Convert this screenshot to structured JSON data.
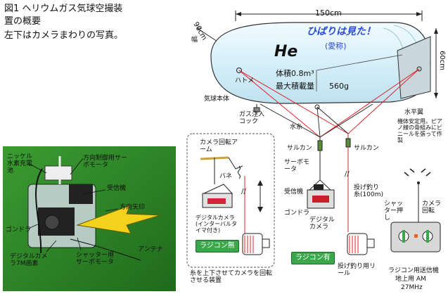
{
  "caption": {
    "line1": "図1 ヘリウムガス気球空撮装",
    "line2": "置の概要",
    "line3": "左下はカメラまわりの写真。"
  },
  "balloon": {
    "width_label": "150cm",
    "height_label": "60cm",
    "depth_label": "90cm",
    "depth_suffix": "幅",
    "nickname": "ひばりは見た！",
    "nickname_sub": "(愛称)",
    "gas": "He",
    "volume_label": "体積0.8m³",
    "payload_label": "最大積載量",
    "payload_value": "560g",
    "eyelet_label": "ハトメ",
    "body_label": "気球本体",
    "gas_inlet_label": "ガス注入コック",
    "water_thread_label": "水糸",
    "horizontal_wing_label": "水平翼",
    "wing_note": "機体安定用。ピアノ線の骨組みにビニールを張って作製"
  },
  "rigging": {
    "swivel_left": "サルカン",
    "swivel_right": "サルカン",
    "fishing_line": "投げ釣り糸(100m)",
    "reel": "投げ釣り用リール"
  },
  "left_box": {
    "camera_arm": "カメラ回転アーム",
    "spring": "バネ",
    "camera": "デジタルカメラ(インターバルタイマ付き)",
    "tag": "ラジコン無",
    "footer": "糸を上下させてカメラを回転させる装置"
  },
  "center_box": {
    "servo": "サーボモータ",
    "receiver": "受信機",
    "gondola": "ゴンドラ",
    "camera": "デジタルカメラ",
    "tag": "ラジコン有"
  },
  "transmitter": {
    "shutter": "シャッター押し",
    "rotate": "カメラ回転",
    "caption_line1": "ラジコン用送信機",
    "caption_line2": "地上用 AM",
    "caption_line3": "27MHz"
  },
  "photo": {
    "battery": "ニッケル水素充電池",
    "steer_servo": "方向制御用サーボモータ",
    "receiver": "受信機",
    "arrow": "方向矢印",
    "gondola": "ゴンドラ",
    "antenna": "アンテナ",
    "shutter_servo": "シャッター用サーボモータ",
    "camera": "デジタルカメラ7M画素"
  },
  "colors": {
    "balloon_fill": "#dff3fb",
    "red_line": "#e0202a",
    "tag_green": "#3aa84a",
    "nickname_blue": "#2a4bd0",
    "photo_bg": "#2f8a2a",
    "arrow_yellow": "#f2d21c"
  }
}
